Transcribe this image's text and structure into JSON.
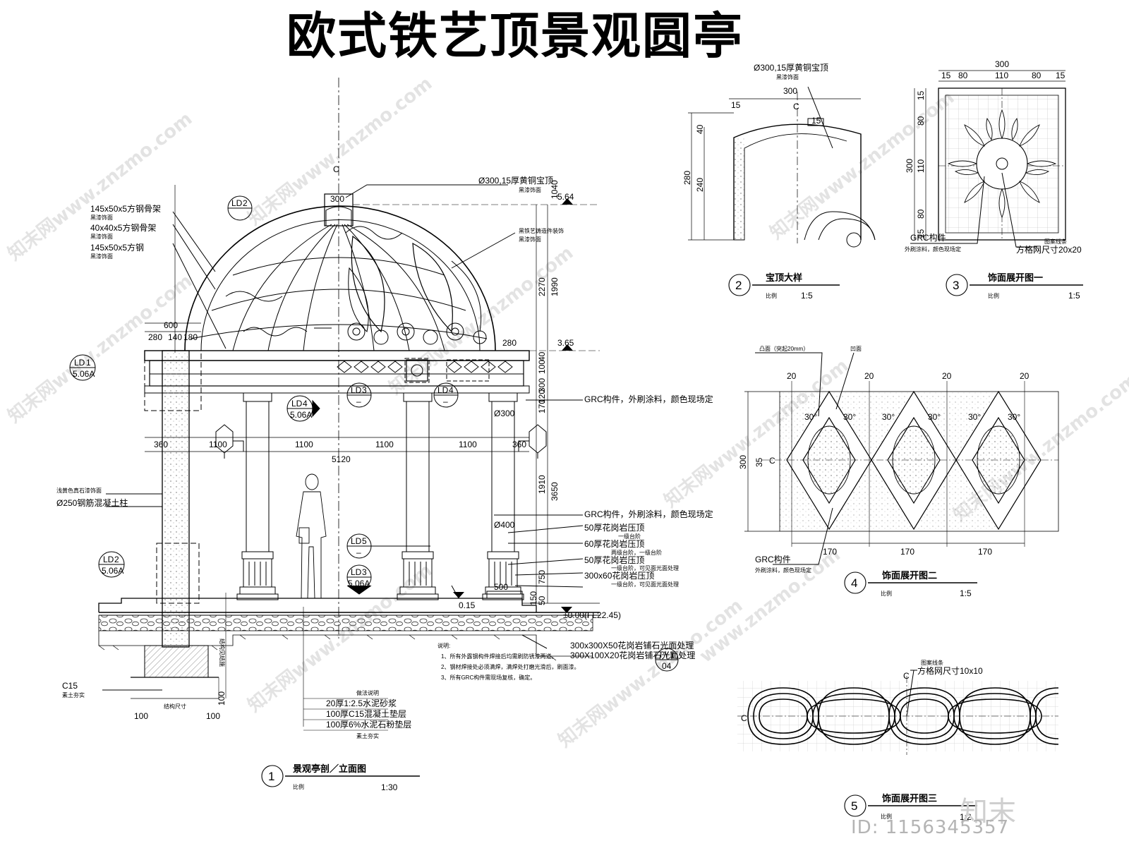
{
  "title": "欧式铁艺顶景观圆亭",
  "main_view": {
    "top_tag": "300",
    "cl_mark": "C",
    "labels": {
      "beam1": "145x50x5方钢骨架",
      "beam1_sub": "黑漆饰面",
      "beam2": "40x40x5方钢骨架",
      "beam2_sub": "黑漆饰面",
      "beam3": "145x50x5方钢",
      "beam3_sub": "黑漆饰面",
      "cap": "Ø300,15厚黄铜宝顶",
      "cap_sub": "黑漆饰面",
      "iron": "黑铁艺铸造件装饰",
      "iron_sub": "黑漆饰面",
      "grc1": "GRC构件，外刷涂料，颜色现场定",
      "grc2": "GRC构件，外刷涂料，颜色现场定",
      "base1": "50厚花岗岩压顶",
      "base1_sub": "一级台阶",
      "base2": "60厚花岗岩压顶",
      "base2_sub": "两级台阶，一级台阶",
      "base3": "50厚花岗岩压顶",
      "base3_sub": "一级台阶，可见面光面处理",
      "base4": "300x60花岗岩压顶",
      "base4_sub": "一级台阶，可见面光面处理",
      "col_text": "浅黄色真石漆饰面",
      "col_dia": "Ø250钢筋混凝土柱",
      "c15": "C15",
      "c15_sub": "素土夯实",
      "tile1": "300x300X50花岗岩铺石光面处理",
      "tile2": "300X100X20花岗岩铺石光面处理",
      "layers_head": "做法说明",
      "layer1": "20厚1:2.5水泥砂浆",
      "layer2": "100厚C15混凝土垫层",
      "layer3": "100厚6%水泥石粉垫层",
      "layer4": "素土夯实",
      "vert_note": "结构见结施",
      "bottom_note": "结构尺寸"
    },
    "dims_top": [
      "600",
      "280",
      "140",
      "180",
      "280"
    ],
    "dims_spans": [
      "360",
      "1100",
      "1100",
      "1100",
      "1100",
      "360"
    ],
    "dims_total": "5120",
    "dims_vertical": [
      "1040",
      "1990",
      "2270",
      "40",
      "100",
      "300",
      "120",
      "170",
      "1910",
      "3650",
      "750",
      "50",
      "150"
    ],
    "dia_col": "Ø300",
    "dia_base": "Ø400",
    "base_width": "500",
    "level_top": "5.64",
    "level_eave": "3.65",
    "level_step": "0.15",
    "level_ground": "±0.00(FL22.45)",
    "footing_dims": [
      "100",
      "100",
      "100"
    ],
    "callouts": [
      {
        "id": "LD",
        "num": "2",
        "ref": ""
      },
      {
        "id": "LD",
        "num": "1",
        "ref": "5.06A"
      },
      {
        "id": "LD",
        "num": "3",
        "ref": "–"
      },
      {
        "id": "LD",
        "num": "4",
        "ref": "–"
      },
      {
        "id": "LD",
        "num": "4",
        "ref": "5.06A"
      },
      {
        "id": "LD",
        "num": "5",
        "ref": "–"
      },
      {
        "id": "LD",
        "num": "3",
        "ref": "5.06A"
      },
      {
        "id": "LD",
        "num": "2",
        "ref": "5.06A"
      },
      {
        "id": "TY",
        "num": "1",
        "ref": "04"
      }
    ],
    "notes_head": "说明:",
    "notes": [
      "1、所有外露钢构件焊接后均需刷防锈漆两道。",
      "2、钢材焊接处必须满焊，满焊处打磨光滑后，刷面漆。",
      "3、所有GRC构件需现场复核，确定。"
    ]
  },
  "detail2": {
    "label_top": "Ø300,15厚黄铜宝顶",
    "label_sub": "黑漆饰面",
    "dims_h": [
      "15",
      "300"
    ],
    "dims_v": [
      "40",
      "280",
      "240"
    ],
    "dim_15": "15",
    "cl": "C"
  },
  "detail3": {
    "dims_h_total": "300",
    "dims_h": [
      "15",
      "80",
      "110",
      "80",
      "15"
    ],
    "dims_v": [
      "15",
      "80",
      "110",
      "300",
      "80",
      "15"
    ],
    "grc": "GRC构件",
    "grc_sub": "外刷涂料，颜色现场定",
    "note": "图案线条",
    "note_sub": "方格网尺寸20x20"
  },
  "detail4": {
    "top_label": "凸面（突起20mm）",
    "top_label2": "凹面",
    "dims_top": [
      "20",
      "20",
      "20",
      "20"
    ],
    "angle": "30°",
    "dim_v": "300",
    "dim_35": "35",
    "dims_bottom": [
      "170",
      "170",
      "170"
    ],
    "grc": "GRC构件",
    "grc_sub": "外刷涂料，颜色现场定",
    "cl": "C"
  },
  "detail5": {
    "note": "图案线条",
    "note_sub": "方格网尺寸10x10",
    "cl": "C"
  },
  "captions": [
    {
      "num": "1",
      "name": "景观亭剖／立面图",
      "scale_word": "比例",
      "scale": "1:30"
    },
    {
      "num": "2",
      "name": "宝顶大样",
      "scale_word": "比例",
      "scale": "1:5"
    },
    {
      "num": "3",
      "name": "饰面展开图一",
      "scale_word": "比例",
      "scale": "1:5"
    },
    {
      "num": "4",
      "name": "饰面展开图二",
      "scale_word": "比例",
      "scale": "1:5"
    },
    {
      "num": "5",
      "name": "饰面展开图三",
      "scale_word": "比例",
      "scale": "1:2"
    }
  ],
  "watermark": {
    "text": "知末网www.znzmo.com",
    "short": "www.znzmo.com",
    "logo": "知末",
    "id_text": "ID: 1156345357"
  }
}
